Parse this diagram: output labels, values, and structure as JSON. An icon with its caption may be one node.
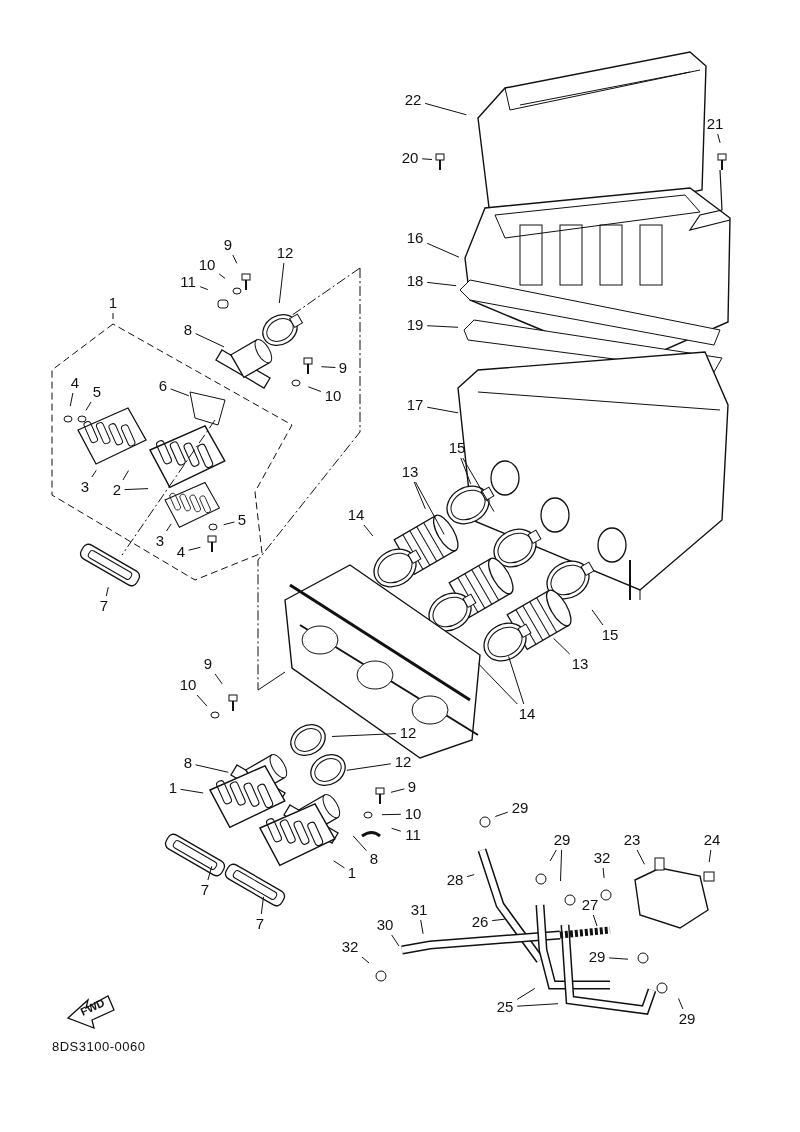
{
  "diagram": {
    "nodes": [
      {
        "text": [
          "1"
        ]
      },
      {
        "text": [
          "22"
        ]
      },
      {
        "text": [
          "21"
        ]
      },
      {
        "text": [
          "20"
        ]
      },
      {
        "text": [
          "16"
        ]
      },
      {
        "text": [
          "18"
        ]
      },
      {
        "text": [
          "19"
        ]
      },
      {
        "text": [
          "17"
        ]
      },
      {
        "text": [
          "9"
        ]
      },
      {
        "text": [
          "10"
        ]
      },
      {
        "text": [
          "11"
        ]
      },
      {
        "text": [
          "12"
        ]
      },
      {
        "text": [
          "8"
        ]
      },
      {
        "text": [
          "9"
        ]
      },
      {
        "text": [
          "10"
        ]
      },
      {
        "text": [
          "4"
        ]
      },
      {
        "text": [
          "5"
        ]
      },
      {
        "text": [
          "6"
        ]
      },
      {
        "text": [
          "3"
        ]
      },
      {
        "text": [
          "2"
        ]
      },
      {
        "text": [
          "3"
        ]
      },
      {
        "text": [
          "5"
        ]
      },
      {
        "text": [
          "4"
        ]
      },
      {
        "text": [
          "7"
        ]
      },
      {
        "text": [
          "14"
        ]
      },
      {
        "text": [
          "13"
        ]
      },
      {
        "text": [
          "15"
        ]
      },
      {
        "text": [
          "15"
        ]
      },
      {
        "text": [
          "13"
        ]
      },
      {
        "text": [
          "14"
        ]
      },
      {
        "text": [
          "9"
        ]
      },
      {
        "text": [
          "10"
        ]
      },
      {
        "text": [
          "12"
        ]
      },
      {
        "text": [
          "8"
        ]
      },
      {
        "text": [
          "12"
        ]
      },
      {
        "text": [
          "1"
        ]
      },
      {
        "text": [
          "9"
        ]
      },
      {
        "text": [
          "10"
        ]
      },
      {
        "text": [
          "11"
        ]
      },
      {
        "text": [
          "8"
        ]
      },
      {
        "text": [
          "1"
        ]
      },
      {
        "text": [
          "7"
        ]
      },
      {
        "text": [
          "7"
        ]
      },
      {
        "text": [
          "29"
        ]
      },
      {
        "text": [
          "29"
        ]
      },
      {
        "text": [
          "32"
        ]
      },
      {
        "text": [
          "23"
        ]
      },
      {
        "text": [
          "24"
        ]
      },
      {
        "text": [
          "27"
        ]
      },
      {
        "text": [
          "28"
        ]
      },
      {
        "text": [
          "26"
        ]
      },
      {
        "text": [
          "29"
        ]
      },
      {
        "text": [
          "30"
        ]
      },
      {
        "text": [
          "31"
        ]
      },
      {
        "text": [
          "32"
        ]
      },
      {
        "text": [
          "25"
        ]
      },
      {
        "text": [
          "29"
        ]
      }
    ],
    "edges": [
      {
        "from": 0,
        "to": null,
        "arrow": "none"
      },
      {
        "from": 1,
        "to": null,
        "arrow": "none"
      },
      {
        "from": 2,
        "to": null,
        "arrow": "none"
      },
      {
        "from": 3,
        "to": null,
        "arrow": "none"
      },
      {
        "from": 4,
        "to": null,
        "arrow": "none"
      },
      {
        "from": 5,
        "to": null,
        "arrow": "none"
      },
      {
        "from": 6,
        "to": null,
        "arrow": "none"
      },
      {
        "from": 7,
        "to": null,
        "arrow": "none"
      },
      {
        "from": 8,
        "to": null,
        "arrow": "none"
      },
      {
        "from": 9,
        "to": null,
        "arrow": "none"
      },
      {
        "from": 10,
        "to": null,
        "arrow": "none"
      },
      {
        "from": 11,
        "to": null,
        "arrow": "none"
      },
      {
        "from": 12,
        "to": null,
        "arrow": "none"
      },
      {
        "from": 13,
        "to": null,
        "arrow": "none"
      },
      {
        "from": 14,
        "to": null,
        "arrow": "none"
      },
      {
        "from": 15,
        "to": null,
        "arrow": "none"
      },
      {
        "from": 16,
        "to": null,
        "arrow": "none"
      },
      {
        "from": 17,
        "to": null,
        "arrow": "none"
      },
      {
        "from": 18,
        "to": null,
        "arrow": "none"
      },
      {
        "from": 19,
        "to": null,
        "arrow": "none"
      },
      {
        "from": 19,
        "to": null,
        "arrow": "none"
      },
      {
        "from": 20,
        "to": null,
        "arrow": "none"
      },
      {
        "from": 21,
        "to": null,
        "arrow": "none"
      },
      {
        "from": 22,
        "to": null,
        "arrow": "none"
      },
      {
        "from": 23,
        "to": null,
        "arrow": "none"
      },
      {
        "from": 24,
        "to": null,
        "arrow": "none"
      },
      {
        "from": 25,
        "to": null,
        "arrow": "none"
      },
      {
        "from": 25,
        "to": null,
        "arrow": "none"
      },
      {
        "from": 26,
        "to": null,
        "arrow": "none"
      },
      {
        "from": 26,
        "to": null,
        "arrow": "none"
      },
      {
        "from": 27,
        "to": null,
        "arrow": "none"
      },
      {
        "from": 28,
        "to": null,
        "arrow": "none"
      },
      {
        "from": 29,
        "to": null,
        "arrow": "none"
      },
      {
        "from": 29,
        "to": null,
        "arrow": "none"
      },
      {
        "from": 30,
        "to": null,
        "arrow": "none"
      },
      {
        "from": 31,
        "to": null,
        "arrow": "none"
      },
      {
        "from": 32,
        "to": null,
        "arrow": "none"
      },
      {
        "from": 33,
        "to": null,
        "arrow": "none"
      },
      {
        "from": 34,
        "to": null,
        "arrow": "none"
      },
      {
        "from": 35,
        "to": null,
        "arrow": "none"
      },
      {
        "from": 36,
        "to": null,
        "arrow": "none"
      },
      {
        "from": 37,
        "to": null,
        "arrow": "none"
      },
      {
        "from": 38,
        "to": null,
        "arrow": "none"
      },
      {
        "from": 39,
        "to": null,
        "arrow": "none"
      },
      {
        "from": 40,
        "to": null,
        "arrow": "none"
      },
      {
        "from": 41,
        "to": null,
        "arrow": "none"
      },
      {
        "from": 42,
        "to": null,
        "arrow": "none"
      },
      {
        "from": 43,
        "to": null,
        "arrow": "none"
      },
      {
        "from": 44,
        "to": null,
        "arrow": "none"
      },
      {
        "from": 44,
        "to": null,
        "arrow": "none"
      },
      {
        "from": 45,
        "to": null,
        "arrow": "none"
      },
      {
        "from": 46,
        "to": null,
        "arrow": "none"
      },
      {
        "from": 47,
        "to": null,
        "arrow": "none"
      },
      {
        "from": 48,
        "to": null,
        "arrow": "none"
      },
      {
        "from": 49,
        "to": null,
        "arrow": "none"
      },
      {
        "from": 50,
        "to": null,
        "arrow": "none"
      },
      {
        "from": 51,
        "to": null,
        "arrow": "none"
      },
      {
        "from": 52,
        "to": null,
        "arrow": "none"
      },
      {
        "from": 53,
        "to": null,
        "arrow": "none"
      },
      {
        "from": 54,
        "to": null,
        "arrow": "none"
      },
      {
        "from": 55,
        "to": null,
        "arrow": "none"
      },
      {
        "from": 55,
        "to": null,
        "arrow": "none"
      },
      {
        "from": 56,
        "to": null,
        "arrow": "none"
      }
    ],
    "labels": [
      "FWD",
      "8DS3100-0060"
    ]
  }
}
